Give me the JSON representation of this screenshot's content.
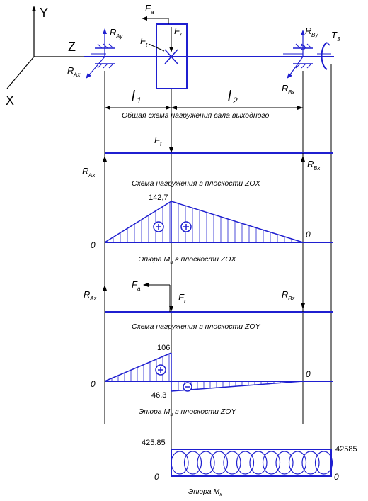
{
  "axes_labels": {
    "y": "Y",
    "z": "Z",
    "x": "X"
  },
  "forces": {
    "fa": "F",
    "fa_sub": "a",
    "ft": "F",
    "ft_sub": "t",
    "fr": "F",
    "fr_sub": "r",
    "t3": "T",
    "t3_sub": "3"
  },
  "reactions": {
    "ray": "R",
    "ray_sub": "Ay",
    "rax": "R",
    "rax_sub": "Ax",
    "rby": "R",
    "rby_sub": "By",
    "rbx": "R",
    "rbx_sub": "Bx",
    "raz": "R",
    "raz_sub": "Az",
    "rbz": "R",
    "rbz_sub": "Bz"
  },
  "spans": {
    "l1": "l",
    "l1_sub": "1",
    "l2": "l",
    "l2_sub": "2"
  },
  "captions": {
    "general": "Общая схема нагружения вала выходного",
    "scheme_zox": "Схема нагружения в плоскости ZOX",
    "epure_mu_zox_a": "Эпюра М",
    "epure_mu_zox_sub": "и",
    "epure_mu_zox_b": " в плоскости ZOX",
    "scheme_zoy": "Схема нагружения в плоскости ZOY",
    "epure_mu_zoy_a": "Эпюра М",
    "epure_mu_zoy_sub": "и",
    "epure_mu_zoy_b": " в плоскости ZOY",
    "epure_mk_a": "Эпюра М",
    "epure_mk_sub": "к"
  },
  "values": {
    "zox_peak": "142,7",
    "zox_zero_left": "0",
    "zox_zero_right": "0",
    "zoy_peak_top": "106",
    "zoy_peak_bottom": "46.3",
    "zoy_zero_left": "0",
    "zoy_zero_right": "0",
    "mk_left": "425.85",
    "mk_right": "42585",
    "mk_zero_left": "0",
    "mk_zero_right": "0"
  },
  "colors": {
    "line": "#1f1fd0",
    "text": "#000000"
  }
}
